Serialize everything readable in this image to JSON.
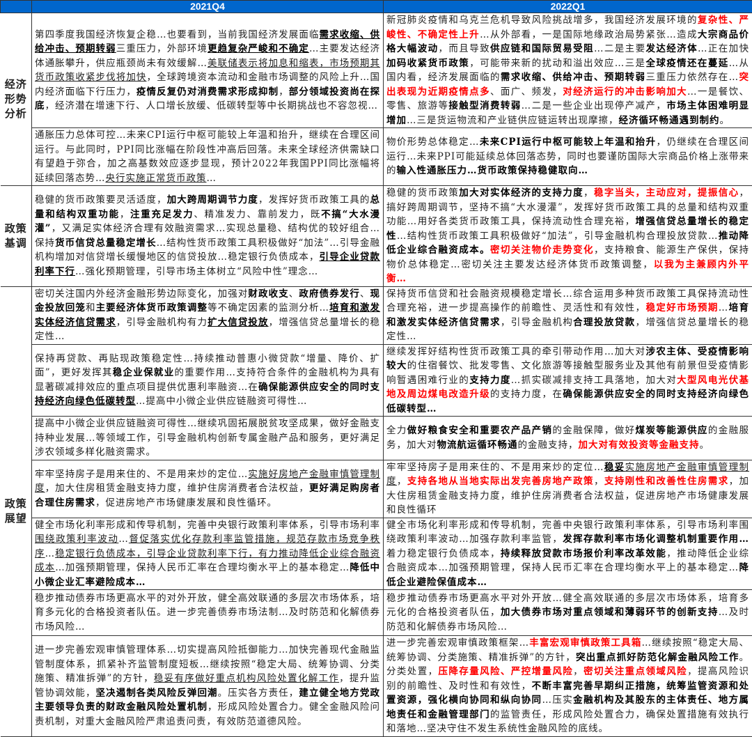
{
  "header": {
    "col1": "2021Q4",
    "col2": "2022Q1"
  },
  "sections": {
    "econ": "经济形势分析",
    "tone": "政策基调",
    "outlook": "政策展望"
  },
  "colors": {
    "header_bg": "#0066cc",
    "highlight_red": "#ff0000"
  },
  "rows": [
    {
      "left": [
        [
          "第四季度我国经济恢复企稳…也要看到，当前我国经济发展面临",
          "n"
        ],
        [
          "需求收缩、供给冲击、预期转弱",
          "bu"
        ],
        [
          "三重压力，外部环境",
          "n"
        ],
        [
          "更趋复杂严峻和不确定",
          "bu"
        ],
        [
          "…主要发达经济体通胀攀升，供应瓶颈尚未有效缓解…",
          "n"
        ],
        [
          "美联储表示将加息和缩表，市场预期其货币政策收紧步伐将加快",
          "u"
        ],
        [
          "，全球跨境资本流动和金融市场调整的风险上升…国内经济面临下行压力，",
          "n"
        ],
        [
          "疫情反复仍对消费需求形成抑制",
          "b"
        ],
        [
          "，",
          "n"
        ],
        [
          "部分领域投资尚在探底",
          "b"
        ],
        [
          "，经济潜在增速下行、人口增长放缓、低碳转型等中长期挑战也不容忽视…",
          "n"
        ]
      ],
      "right": [
        [
          "新冠肺炎疫情和乌克兰危机导致风险挑战增多，我国经济发展环境的",
          "n"
        ],
        [
          "复杂性、严峻性、不确定性上升",
          "r"
        ],
        [
          "…从外部看，一是国际地缘政治局势紧张…造成",
          "n"
        ],
        [
          "大宗商品价格大幅波动",
          "b"
        ],
        [
          "，而且导致",
          "n"
        ],
        [
          "供应链和国际贸易受阻",
          "b"
        ],
        [
          "…二是主要",
          "n"
        ],
        [
          "发达经济体",
          "b"
        ],
        [
          "…正在加快",
          "n"
        ],
        [
          "加码收紧货币政策",
          "b"
        ],
        [
          "，可能带来新的扰动和溢出效应…三是",
          "n"
        ],
        [
          "全球疫情还在蔓延",
          "b"
        ],
        [
          "…从国内看，经济发展面临的",
          "n"
        ],
        [
          "需求收缩、供给冲击、预期转弱",
          "b"
        ],
        [
          "三重压力依然存在…",
          "n"
        ],
        [
          "突出表现为近期疫情点多",
          "r"
        ],
        [
          "、面广、频发，",
          "n"
        ],
        [
          "对经济运行的冲击影响加大",
          "r"
        ],
        [
          "…一是餐饮、零售、旅游等",
          "n"
        ],
        [
          "接触型消费转弱",
          "b"
        ],
        [
          "…二是一些企业出现停产减产，",
          "n"
        ],
        [
          "市场主体困难明显增加",
          "b"
        ],
        [
          "…三是货运物流和产业链供应链运转出现摩擦，",
          "n"
        ],
        [
          "经济循环畅通遇到制约",
          "b"
        ],
        [
          "。",
          "n"
        ]
      ]
    },
    {
      "left": [
        [
          "通胀压力总体可控…未来CPI运行中枢可能较上年温和抬升，继续在合理区间运行。与此同时，PPI同比涨幅在阶段性冲高后回落。未来全球经济供需缺口有望趋于弥合，加之高基数效应逐步显现，预计2022年我国PPI同比涨幅将延续回落态势…",
          "n"
        ],
        [
          "央行实施正常货币政策",
          "u"
        ],
        [
          "…",
          "n"
        ]
      ],
      "right": [
        [
          "物价形势总体稳定…",
          "n"
        ],
        [
          "未来CPI运行中枢可能较上年温和抬升",
          "b"
        ],
        [
          "，仍继续在合理区间运行…未来PPI可能延续总体回落态势，同时也要谨防国际大宗商品价格上涨带来的",
          "n"
        ],
        [
          "输入性通胀压力…货币政策保持稳健取向…",
          "b"
        ]
      ]
    },
    {
      "left": [
        [
          "稳健的货币政策要灵活适度，",
          "n"
        ],
        [
          "加大跨周期调节力度",
          "b"
        ],
        [
          "，发挥好货币政策工具的",
          "n"
        ],
        [
          "总量和结构双重功能",
          "b"
        ],
        [
          "，",
          "n"
        ],
        [
          "注重充足发力",
          "b"
        ],
        [
          "、精准发力、靠前发力，既",
          "n"
        ],
        [
          "不搞“大水漫灌”",
          "b"
        ],
        [
          "，又满足实体经济合理有效融资需求…实现总量稳、结构优的较好组合…保持",
          "n"
        ],
        [
          "货币信贷总量稳定增长",
          "b"
        ],
        [
          "…结构性货币政策工具积极做好“加法”…引导金融机构增加对信贷增长缓慢地区的信贷投放…稳定银行负债成本，",
          "n"
        ],
        [
          "引导企业贷款利率下行",
          "bu"
        ],
        [
          "…强化预期管理，引导市场主体树立“风险中性”理念…",
          "n"
        ]
      ],
      "right": [
        [
          "稳健的货币政策",
          "n"
        ],
        [
          "加大对实体经济的支持力度",
          "b"
        ],
        [
          "，",
          "n"
        ],
        [
          "稳字当头，主动应对，提振信心",
          "r"
        ],
        [
          "，搞好跨周期调节，坚持不搞“大水漫灌”，发挥好货币政策工具的总量和结构双重功能…用好各类货币政策工具，保持流动性合理充裕，",
          "n"
        ],
        [
          "增强信贷总量增长的稳定性",
          "b"
        ],
        [
          "…结构性货币政策工具积极做好“加法”，引导金融机构合理投放贷款…",
          "n"
        ],
        [
          "推动降低企业综合融资成本。",
          "b"
        ],
        [
          "密切关注物价走势变化",
          "r"
        ],
        [
          "，支持粮食、能源生产保供，保持物价总体稳定…密切关注主要发达经济体货币政策调整，",
          "n"
        ],
        [
          "以我为主兼顾内外平衡…",
          "r"
        ]
      ]
    },
    {
      "left": [
        [
          "密切关注国内外经济金融形势边际变化，加强对",
          "n"
        ],
        [
          "财政收支",
          "b"
        ],
        [
          "、",
          "n"
        ],
        [
          "政府债券发行",
          "b"
        ],
        [
          "、",
          "n"
        ],
        [
          "现金投放回笼",
          "b"
        ],
        [
          "和",
          "n"
        ],
        [
          "主要经济体货币政策调整",
          "b"
        ],
        [
          "等不确定因素的监测分析…",
          "n"
        ],
        [
          "培育和激发实体经济信贷需求",
          "bu"
        ],
        [
          "，引导金融机构有力",
          "n"
        ],
        [
          "扩大信贷投放",
          "bu"
        ],
        [
          "，增强信贷总量增长的稳定性…",
          "n"
        ]
      ],
      "right": [
        [
          "保持货币信贷和社会融资规模稳定增长…综合运用多种货币政策工具保持流动性合理充裕，进一步提高操作的前瞻性、灵活性和有效性，",
          "n"
        ],
        [
          "稳定好市场预期",
          "r"
        ],
        [
          "…",
          "n"
        ],
        [
          "培育和激发实体经济信贷需求",
          "b"
        ],
        [
          "，引导金融机构",
          "n"
        ],
        [
          "合理投放贷款",
          "b"
        ],
        [
          "，增强信贷总量增长的稳定性…",
          "n"
        ]
      ]
    },
    {
      "left": [
        [
          "保持再贷款、再贴现政策稳定性…持续推动普惠小微贷款“增量、降价、扩面”，更好发挥其",
          "n"
        ],
        [
          "稳企业保就业",
          "b"
        ],
        [
          "的重要作用…支持符合条件的金融机构为具有显著碳减排效应的重点项目提供优惠利率融资…在",
          "n"
        ],
        [
          "确保能源供应安全的同时支",
          "b"
        ],
        [
          "持经济向绿色低碳转型",
          "bu"
        ],
        [
          "…提高中小微企业供应链融资可得性…",
          "n"
        ]
      ],
      "right": [
        [
          "继续发挥好结构性货币政策工具的牵引带动作用…加大对",
          "n"
        ],
        [
          "涉农主体、受疫情影响较大",
          "b"
        ],
        [
          "的住宿餐饮、批发零售、文化旅游等接触型服务业及其他有前景但受疫情影响暂遇困难行业的",
          "n"
        ],
        [
          "支持力度",
          "b"
        ],
        [
          "…抓实碳减排支持工具落地，加大对",
          "n"
        ],
        [
          "大型风电光伏基地及周边煤电改造升级",
          "r"
        ],
        [
          "的支持力度，在",
          "n"
        ],
        [
          "确保能源供应安全的同时支持经济向绿色低碳转型…",
          "b"
        ]
      ]
    },
    {
      "left": [
        [
          "提高中小微企业供应链融资可得性…继续巩固拓展脱贫攻坚成果，做好金融支持种业发展…等领域工作，引导金融机构创新专属金融产品和服务，更好满足涉农领域多样化融资需求。",
          "n"
        ]
      ],
      "right": [
        [
          "全力",
          "n"
        ],
        [
          "做好粮食安全和重要农产品产销",
          "b"
        ],
        [
          "的金融保障，做好",
          "n"
        ],
        [
          "煤炭等能源供应",
          "b"
        ],
        [
          "的金融服务，加大对",
          "n"
        ],
        [
          "物流航运循环畅通",
          "b"
        ],
        [
          "的金融支持，",
          "n"
        ],
        [
          "加大对有效投资等金融支持",
          "r"
        ],
        [
          "。",
          "n"
        ]
      ]
    },
    {
      "left": [
        [
          "牢牢坚持房子是用来住的、不是用来炒的定位…",
          "n"
        ],
        [
          "实施好房地产金融审慎管理制度",
          "u"
        ],
        [
          "，加大住房租赁金融支持力度，维护住房消费者合法权益，",
          "n"
        ],
        [
          "更好满足购房者合理住房需求",
          "b"
        ],
        [
          "，促进房地产市场健康发展和良性循环。",
          "n"
        ]
      ],
      "right": [
        [
          "牢牢坚持房子是用来住的、不是用来炒的定位…",
          "n"
        ],
        [
          "稳妥",
          "bu"
        ],
        [
          "实施房地产金融审慎管理制度",
          "u"
        ],
        [
          "，",
          "n"
        ],
        [
          "支持各地从当地实际出发完善房地产政策",
          "r"
        ],
        [
          "，",
          "n"
        ],
        [
          "支持刚性和改善性住房需求",
          "r"
        ],
        [
          "，加大住房租赁金融支持力度，维护住房消费者合法权益，促进房地产市场健康发展和良性循环",
          "n"
        ]
      ]
    },
    {
      "left": [
        [
          "健全市场化利率形成和传导机制，完善中央银行政策利率体系，引导市场利率",
          "n"
        ],
        [
          "围绕政策利率波动",
          "u"
        ],
        [
          "…",
          "n"
        ],
        [
          "督促落实优化存款利率监管措施，规范存款市场竞争秩序",
          "u"
        ],
        [
          "…",
          "n"
        ],
        [
          "稳定银行负债成本，引导企业贷款利率下行，有力推动降低企业综合融资成本",
          "u"
        ],
        [
          "…加强预期管理，保持人民币汇率在合理均衡水平上的基本稳定…",
          "n"
        ],
        [
          "降低中小微企业汇率避险成本…",
          "b"
        ]
      ],
      "right": [
        [
          "健全市场化利率形成和传导机制，完善中央银行政策利率体系，引导市场利率围绕政策利率波动…加强存款利率监管，",
          "n"
        ],
        [
          "发挥存款利率市场化调整机制重要作用…",
          "b"
        ],
        [
          "着力稳定银行负债成本，",
          "n"
        ],
        [
          "持续释放贷款市场报价利率改革效能",
          "b"
        ],
        [
          "，推动降低企业综合融资成本…加强预期管理，保持人民币汇率在合理均衡水平上的基本稳定…",
          "n"
        ],
        [
          "降低企业避险保值成本…",
          "b"
        ]
      ]
    },
    {
      "left": [
        [
          "稳步推动债券市场更高水平的对外开放，健全高效联通的多层次市场体系，培育多元化的合格投资者队伍。进一步完善债券市场法制…及时防范和化解债券市场风险…",
          "n"
        ]
      ],
      "right": [
        [
          "稳步推动债券市场更高水平对外开放…健全高效联通的多层次市场体系，培育多元化的合格投资者队伍，",
          "n"
        ],
        [
          "加大债券市场对重点领域和薄弱环节的创新支持",
          "b"
        ],
        [
          "…及时防范和化解债券市场风险…",
          "n"
        ]
      ]
    },
    {
      "left": [
        [
          "进一步完善宏观审慎管理体系…切实提高风险抵御能力…加快完善现代金融监管制度体系，抓紧补齐监管制度短板…继续按照“稳定大局、统筹协调、分类施策、精准拆弹”的方针，",
          "n"
        ],
        [
          "稳妥有序做好重点机构风险处置化解工作",
          "u"
        ],
        [
          "，提升监管协调效能，",
          "n"
        ],
        [
          "坚决遏制各类风险反弹回潮",
          "b"
        ],
        [
          "。压实各方责任，",
          "n"
        ],
        [
          "建立健全地方党政主要领导负责的财政金融风险处置机制",
          "b"
        ],
        [
          "，形成风险处置合力。健全金融风险问责机制，对重大金融风险严肃追责问责，有效防范道德风险。",
          "n"
        ]
      ],
      "right": [
        [
          "进一步完善宏观审慎政策框架…",
          "n"
        ],
        [
          "丰富宏观审慎政策工具箱",
          "r"
        ],
        [
          "…继续按照“稳定大局、统筹协调、分类施策、精准拆弹”的方针，",
          "n"
        ],
        [
          "突出重点抓好防范化解金融风险工作",
          "b"
        ],
        [
          "。分类处置，",
          "n"
        ],
        [
          "压降存量风险、严控增量风险",
          "r"
        ],
        [
          "，",
          "n"
        ],
        [
          "密切关注重点领域风险",
          "r"
        ],
        [
          "，提高风险识别的前瞻性、及时性和有效性，",
          "n"
        ],
        [
          "不断丰富完善早期纠正措施，统筹监管资源和处置资源，强化横向协同和纵向协同",
          "b"
        ],
        [
          "…压实",
          "n"
        ],
        [
          "金融机构及其股东的主体责任、地方属地责任和金融管理部门",
          "b"
        ],
        [
          "的监管责任，形成风险处置合力，确保处置措施有效执行和落地…坚决守住不发生系统性金融风险的底线。",
          "n"
        ]
      ]
    }
  ]
}
